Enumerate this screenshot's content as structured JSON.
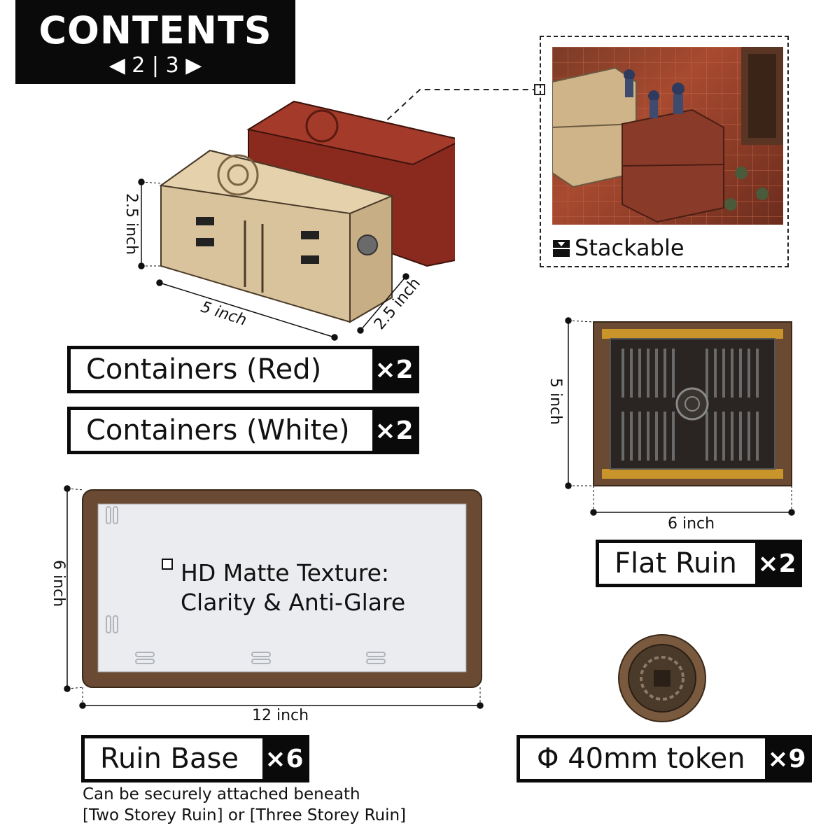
{
  "header": {
    "title": "CONTENTS",
    "pager": "◀ 2 | 3 ▶"
  },
  "stackable": {
    "label": "Stackable",
    "icon": "stack-icon"
  },
  "containers": {
    "dims": {
      "height": "2.5 inch",
      "length": "5 inch",
      "depth": "2.5 inch"
    },
    "red_label": "Containers (Red)",
    "red_count": "×2",
    "white_label": "Containers (White)",
    "white_count": "×2"
  },
  "flat_ruin": {
    "dims": {
      "height": "5 inch",
      "width": "6 inch"
    },
    "label": "Flat Ruin",
    "count": "×2"
  },
  "ruin_base": {
    "dims": {
      "height": "6 inch",
      "width": "12 inch"
    },
    "feature_line1": "HD Matte Texture:",
    "feature_line2": "Clarity & Anti-Glare",
    "label": "Ruin Base",
    "count": "×6",
    "note_line1": "Can be securely attached beneath",
    "note_line2": "[Two Storey Ruin] or [Three Storey Ruin]"
  },
  "token": {
    "label": "Φ 40mm token",
    "count": "×9"
  },
  "colors": {
    "black": "#0a0a0a",
    "red_container": "#8a2a1e",
    "white_container": "#d9c39c",
    "rust": "#6a4a33"
  }
}
